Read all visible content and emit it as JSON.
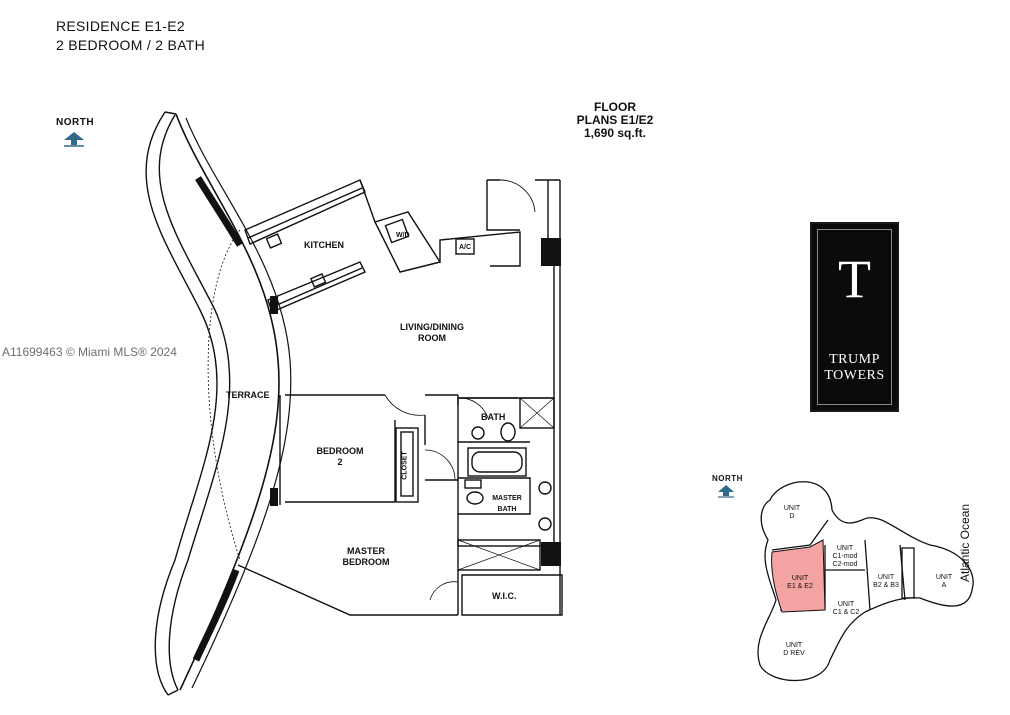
{
  "header": {
    "residence": "RESIDENCE   E1-E2",
    "beds_baths": "2 BEDROOM / 2 BATH"
  },
  "floor_plan": {
    "title_line1": "FLOOR",
    "title_line2": "PLANS E1/E2",
    "area": "1,690 sq.ft.",
    "north_label": "NORTH",
    "rooms": {
      "kitchen": "KITCHEN",
      "wd": "W/D",
      "ac": "A/C",
      "living_line1": "LIVING/DINING",
      "living_line2": "ROOM",
      "terrace": "TERRACE",
      "bath": "BATH",
      "bedroom2_line1": "BEDROOM",
      "bedroom2_line2": "2",
      "closet": "CLOSET",
      "master_bath_line1": "MASTER",
      "master_bath_line2": "BATH",
      "master_bed_line1": "MASTER",
      "master_bed_line2": "BEDROOM",
      "wic": "W.I.C."
    }
  },
  "logo": {
    "monogram": "T",
    "brand_line1": "TRUMP",
    "brand_line2": "TOWERS"
  },
  "key_plan": {
    "north_label": "NORTH",
    "ocean_label": "Atlantic Ocean",
    "highlight_color": "#f4a3a3",
    "units": {
      "d": [
        "UNIT",
        "D"
      ],
      "c1mod": [
        "UNIT",
        "C1-mod",
        "C2-mod"
      ],
      "e": [
        "UNIT",
        "E1 & E2"
      ],
      "b": [
        "UNIT",
        "B2 & B3"
      ],
      "a": [
        "UNIT",
        "A"
      ],
      "c1": [
        "UNIT",
        "C1 & C2"
      ],
      "drev": [
        "UNIT",
        "D REV"
      ]
    }
  },
  "watermark": "A11699463 © Miami MLS® 2024"
}
